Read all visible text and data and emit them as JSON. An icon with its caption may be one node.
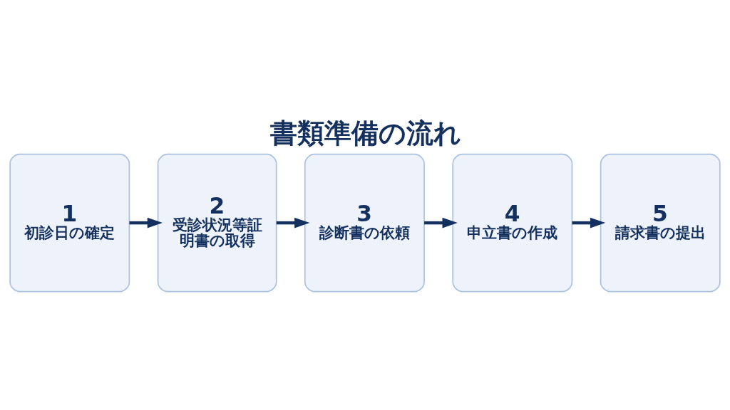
{
  "diagram": {
    "title": "書類準備の流れ",
    "nodes": [
      {
        "text": [
          "1",
          "初診日の確定"
        ]
      },
      {
        "text": [
          "2",
          "受診状況等証明書の取得"
        ]
      },
      {
        "text": [
          "3",
          "診断書の依頼"
        ]
      },
      {
        "text": [
          "4",
          "申立書の作成"
        ]
      },
      {
        "text": [
          "5",
          "請求書の提出"
        ]
      }
    ],
    "edges": [
      {
        "from": 0,
        "to": 1,
        "arrow": "to"
      },
      {
        "from": 1,
        "to": 2,
        "arrow": "to"
      },
      {
        "from": 2,
        "to": 3,
        "arrow": "to"
      },
      {
        "from": 3,
        "to": 4,
        "arrow": "to"
      }
    ]
  }
}
